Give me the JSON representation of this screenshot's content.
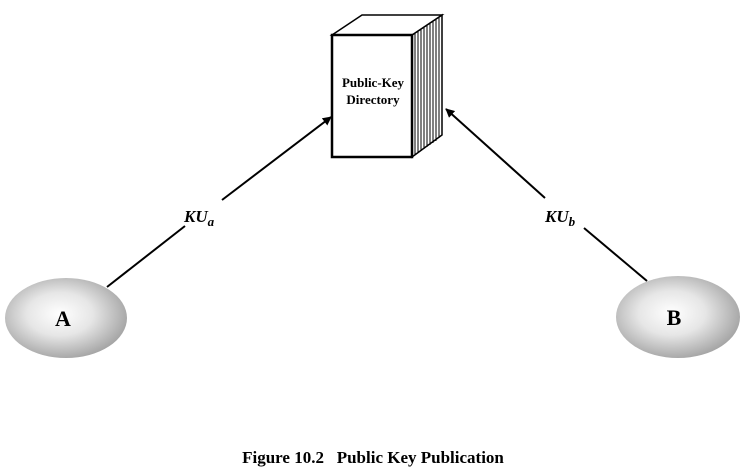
{
  "directory": {
    "line1": "Public-Key",
    "line2": "Directory",
    "icon": "book-icon"
  },
  "nodes": {
    "a_label": "A",
    "b_label": "B"
  },
  "edges": {
    "left": {
      "key": "KU",
      "sub": "a"
    },
    "right": {
      "key": "KU",
      "sub": "b"
    }
  },
  "caption": "Figure 10.2   Public Key Publication",
  "colors": {
    "ink": "#000000",
    "node_light": "#ffffff",
    "node_dark": "#9e9e9e"
  }
}
